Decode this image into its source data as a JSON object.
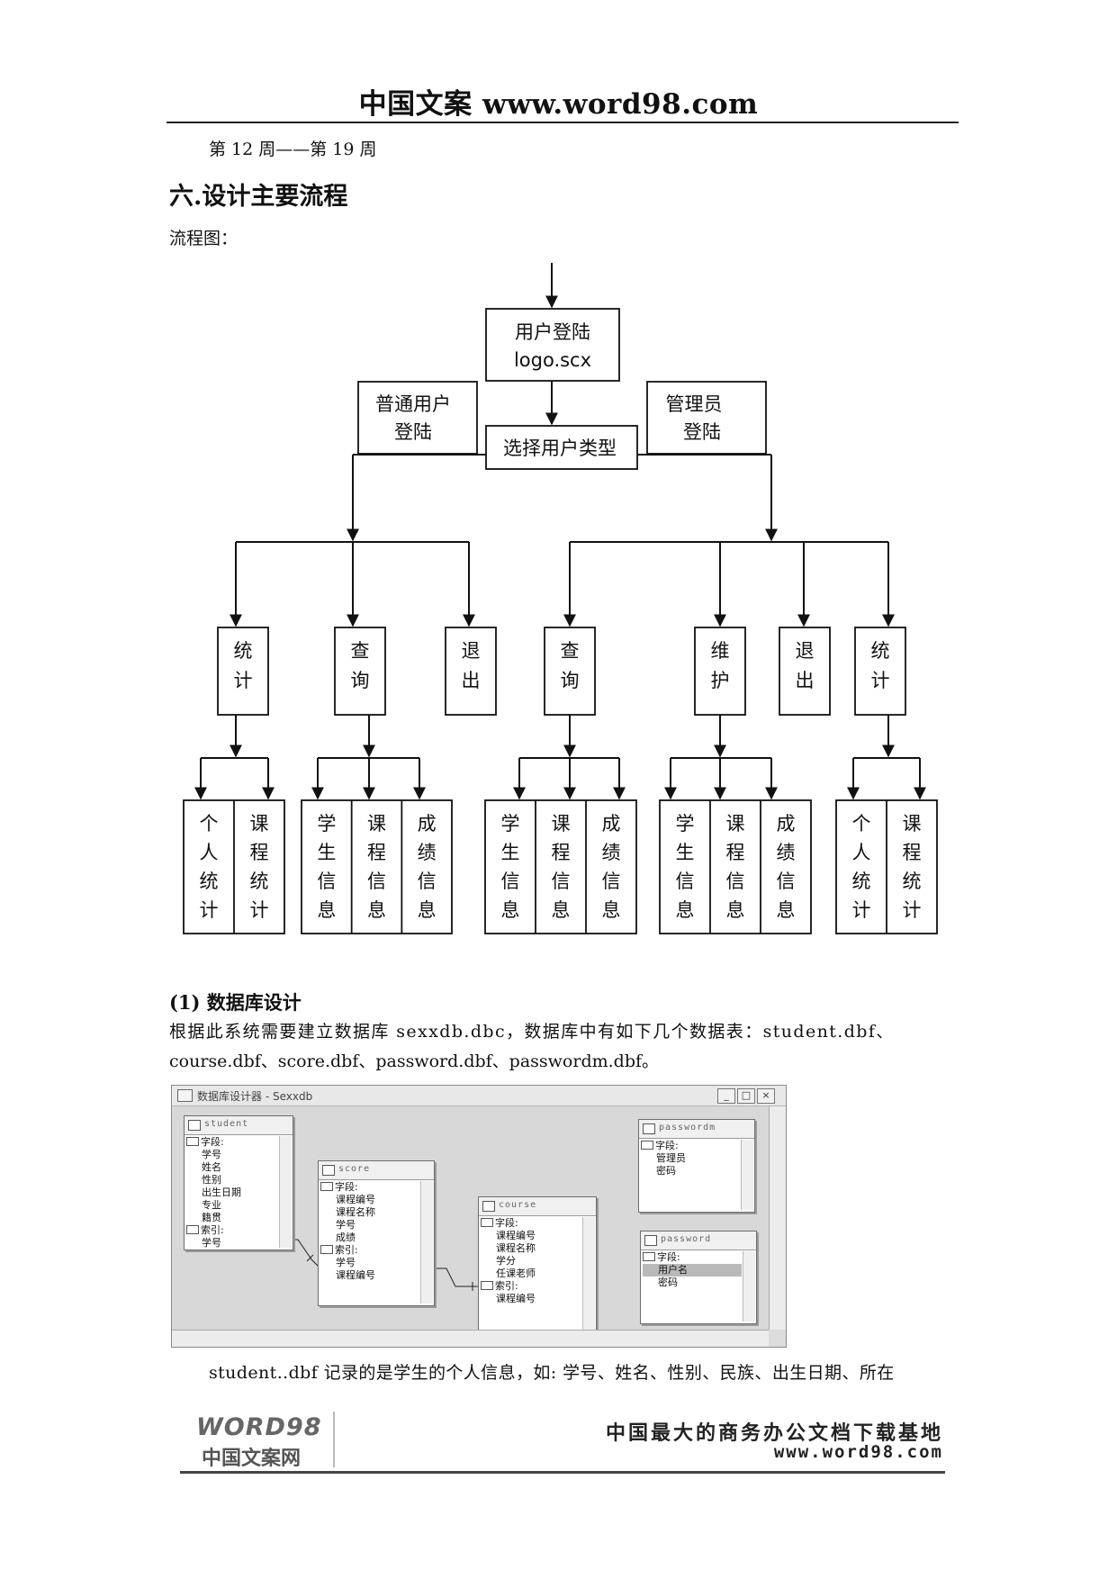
{
  "header": {
    "title": "中国文案 www.word98.com"
  },
  "schedule": "第 12 周——第 19 周",
  "section6": {
    "heading": "六.设计主要流程",
    "flow_label": "流程图："
  },
  "flowchart": {
    "login": [
      "用户登陆",
      "logo.scx"
    ],
    "normal_user": [
      "普通用户",
      "登陆"
    ],
    "select_type": "选择用户类型",
    "admin": [
      "管理员",
      "登陆"
    ],
    "mid": [
      [
        "统",
        "计"
      ],
      [
        "查",
        "询"
      ],
      [
        "退",
        "出"
      ],
      [
        "查",
        "询"
      ],
      [
        "维",
        "护"
      ],
      [
        "退",
        "出"
      ],
      [
        "统",
        "计"
      ]
    ],
    "leaf_groups": [
      [
        [
          "个",
          "人",
          "统",
          "计"
        ],
        [
          "课",
          "程",
          "统",
          "计"
        ]
      ],
      [
        [
          "学",
          "生",
          "信",
          "息"
        ],
        [
          "课",
          "程",
          "信",
          "息"
        ],
        [
          "成",
          "绩",
          "信",
          "息"
        ]
      ],
      [
        [
          "学",
          "生",
          "信",
          "息"
        ],
        [
          "课",
          "程",
          "信",
          "息"
        ],
        [
          "成",
          "绩",
          "信",
          "息"
        ]
      ],
      [
        [
          "学",
          "生",
          "信",
          "息"
        ],
        [
          "课",
          "程",
          "信",
          "息"
        ],
        [
          "成",
          "绩",
          "信",
          "息"
        ]
      ],
      [
        [
          "个",
          "人",
          "统",
          "计"
        ],
        [
          "课",
          "程",
          "统",
          "计"
        ]
      ]
    ]
  },
  "db": {
    "heading": "(1)  数据库设计",
    "para_line1": "根据此系统需要建立数据库 sexxdb.dbc，数据库中有如下几个数据表：student.dbf、",
    "para_line2": "course.dbf、score.dbf、password.dbf、passwordm.dbf。"
  },
  "designer": {
    "title": "数据库设计器 - Sexxdb",
    "buttons": [
      "_",
      "□",
      "×"
    ],
    "tables": {
      "student": {
        "name": "student",
        "fields_label": "字段:",
        "fields": [
          "学号",
          "姓名",
          "性别",
          "出生日期",
          "专业",
          "籍贯"
        ],
        "index_label": "索引:",
        "indexes": [
          "学号"
        ]
      },
      "score": {
        "name": "score",
        "fields_label": "字段:",
        "fields": [
          "课程编号",
          "课程名称",
          "学号",
          "成绩"
        ],
        "index_label": "索引:",
        "indexes": [
          "学号",
          "课程编号"
        ]
      },
      "course": {
        "name": "course",
        "fields_label": "字段:",
        "fields": [
          "课程编号",
          "课程名称",
          "学分",
          "任课老师"
        ],
        "index_label": "索引:",
        "indexes": [
          "课程编号"
        ]
      },
      "passwordm": {
        "name": "passwordm",
        "fields_label": "字段:",
        "fields": [
          "管理员",
          "密码"
        ]
      },
      "password": {
        "name": "password",
        "fields_label": "字段:",
        "fields": [
          "用户名",
          "密码"
        ]
      }
    }
  },
  "student_desc": "student..dbf 记录的是学生的个人信息，如: 学号、姓名、性别、民族、出生日期、所在",
  "footer": {
    "logo_word": "WORD98",
    "logo_cn": "中国文案网",
    "slogan": "中国最大的商务办公文档下载基地",
    "url": "www.word98.com"
  }
}
